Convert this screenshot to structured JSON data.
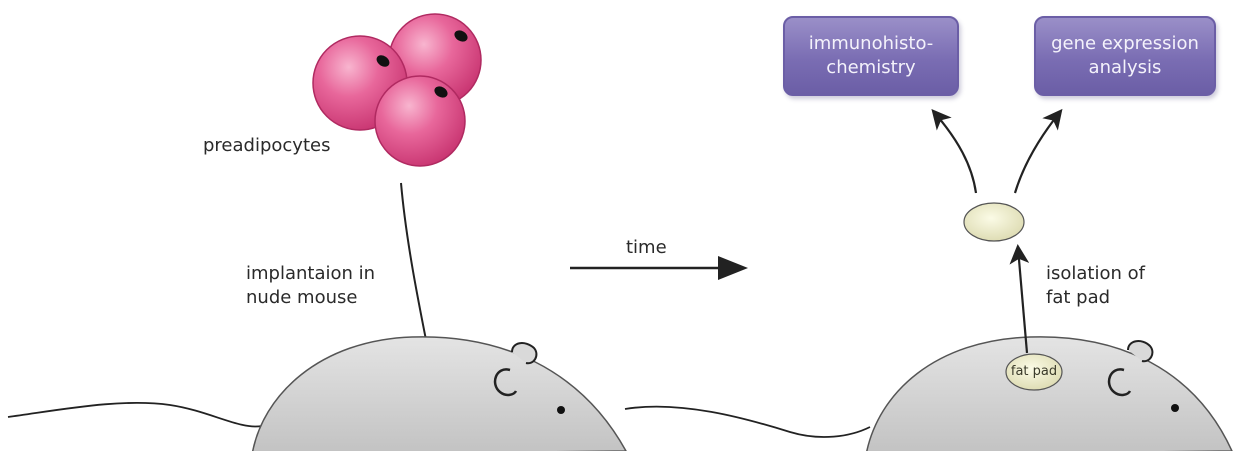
{
  "labels": {
    "preadipocytes": "preadipocytes",
    "implantation": "implantaion in\nnude mouse",
    "time": "time",
    "isolation": "isolation of\nfat pad",
    "fat_pad": "fat pad"
  },
  "outputs": {
    "immunohistochemistry": "immunohisto-\nchemistry",
    "gene_expression": "gene expression\nanalysis"
  },
  "colors": {
    "cell_fill": "#e0508a",
    "cell_highlight": "#f7a6c6",
    "mouse_body": "#d4d4d4",
    "box_fill": "#7a6db3",
    "fat_pad": "#ecebc6"
  }
}
